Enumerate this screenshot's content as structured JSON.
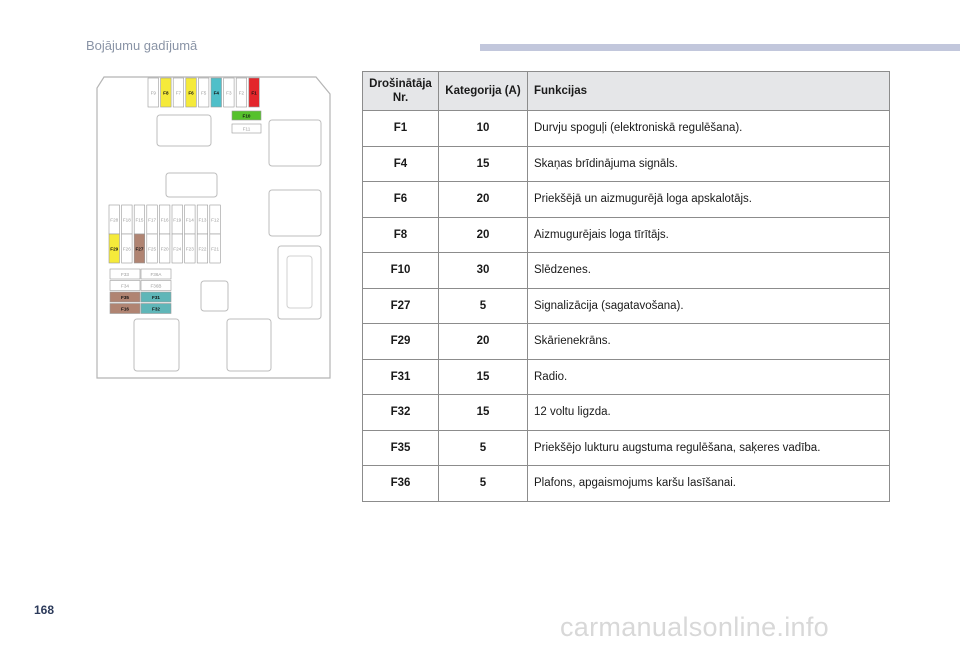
{
  "header": {
    "section_title": "Bojājumu gadījumā"
  },
  "footer": {
    "page_number": "168",
    "watermark": "carmanualsonline.info"
  },
  "fuse_diagram": {
    "top_row": [
      "F9",
      "F8",
      "F7",
      "F6",
      "F5",
      "F4",
      "F3",
      "F2",
      "F1"
    ],
    "f10": "F10",
    "f11": "F11",
    "middle_row": [
      "F28",
      "F18",
      "F15",
      "F17",
      "F16",
      "F19",
      "F14",
      "F13",
      "F12"
    ],
    "lower_row": [
      "F29",
      "F26",
      "F27",
      "F25",
      "F20",
      "F24",
      "F23",
      "F22",
      "F21"
    ],
    "block": [
      [
        "F33",
        "F36A"
      ],
      [
        "F34",
        "F36B"
      ],
      [
        "F35",
        "F31"
      ],
      [
        "F16",
        "F32"
      ]
    ],
    "colors": {
      "yellow": "#f5ea3a",
      "red": "#e3262b",
      "cyan": "#4fbfc9",
      "green": "#56c12c",
      "brown": "#b08472",
      "teal": "#5fb6b8"
    }
  },
  "table": {
    "headers": {
      "fuse": "Drošinātāja Nr.",
      "category": "Kategorija (A)",
      "functions": "Funkcijas"
    },
    "rows": [
      {
        "fuse": "F1",
        "amp": "10",
        "function": "Durvju spoguļi (elektroniskā regulēšana)."
      },
      {
        "fuse": "F4",
        "amp": "15",
        "function": "Skaņas brīdinājuma signāls."
      },
      {
        "fuse": "F6",
        "amp": "20",
        "function": "Priekšējā un aizmugurējā loga apskalotājs."
      },
      {
        "fuse": "F8",
        "amp": "20",
        "function": "Aizmugurējais loga tīrītājs."
      },
      {
        "fuse": "F10",
        "amp": "30",
        "function": "Slēdzenes."
      },
      {
        "fuse": "F27",
        "amp": "5",
        "function": "Signalizācija (sagatavošana)."
      },
      {
        "fuse": "F29",
        "amp": "20",
        "function": "Skārienekrāns."
      },
      {
        "fuse": "F31",
        "amp": "15",
        "function": "Radio."
      },
      {
        "fuse": "F32",
        "amp": "15",
        "function": "12 voltu ligzda."
      },
      {
        "fuse": "F35",
        "amp": "5",
        "function": "Priekšējo lukturu augstuma regulēšana, saķeres vadība."
      },
      {
        "fuse": "F36",
        "amp": "5",
        "function": "Plafons, apgaismojums karšu lasīšanai."
      }
    ]
  }
}
